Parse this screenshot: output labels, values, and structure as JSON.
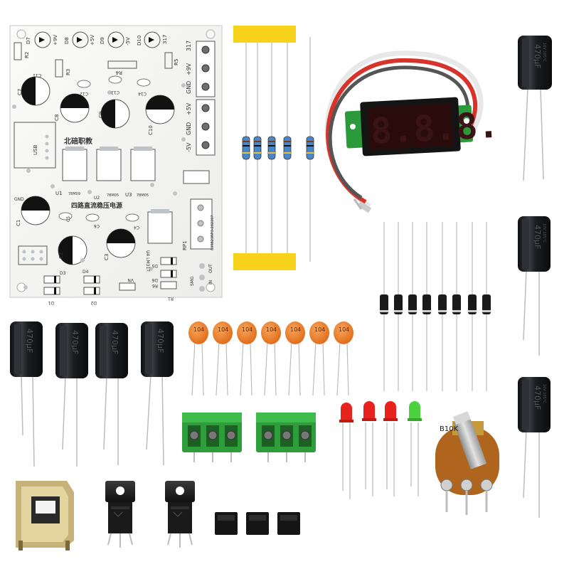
{
  "board": {
    "title": "四路直流稳压电源",
    "subtitle": "北碚职教",
    "serial": "639823RP3-202207",
    "silkscreen": {
      "r2": "R2",
      "r3": "R3",
      "r4": "R4",
      "r5": "R5",
      "r1": "R1",
      "r6": "R6",
      "d7": "D7",
      "d8": "D8",
      "d9": "D9",
      "d10": "D10",
      "p9": "+9V",
      "p5": "+5V",
      "m5": "-5V",
      "v317": "317",
      "c7": "C7",
      "c8": "C8",
      "c9": "C9",
      "c10": "C10",
      "c11": "C11",
      "c12": "C12",
      "c13": "C13",
      "c14": "C14",
      "c1": "C1",
      "c2": "C2",
      "c3": "C3",
      "c4": "C4",
      "c5": "C5",
      "c6": "C6",
      "usb": "USB",
      "gnd": "GND",
      "u1": "U1",
      "u2": "U2",
      "u3": "U3",
      "u4": "U4 LM317",
      "u1p": "78M09",
      "u2p": "78M05",
      "u3p": "78M05",
      "rp1": "RP1",
      "d3": "D3",
      "d4": "D4",
      "d1": "D1",
      "d2": "D2",
      "d5": "D5",
      "d6": "D6",
      "vn": "VN",
      "smg": "SMG",
      "in": "IN",
      "out": "OUT",
      "t317": "317",
      "t9": "+9V",
      "tgnd": "GND",
      "t5": "+5V",
      "tgnd2": "GND",
      "tm5": "-5V"
    }
  },
  "voltmeter": {
    "digits": "8.8.8."
  },
  "capacitor_label": "470μF",
  "capacitor_rating": "10V 105°C",
  "ceramic_label": "104",
  "pot_label": "B10K",
  "colors": {
    "pcb": "#f6f6f4",
    "pad": "#bfc3c7",
    "electrolytic": "#1d1f22",
    "ceramic": "#e87a23",
    "terminal": "#2e9e3a",
    "resistor": "#4a86c8",
    "led_red": "#e8231e",
    "led_green": "#4bd23e",
    "tape": "#f6d21a",
    "pot_body": "#b0651f"
  }
}
